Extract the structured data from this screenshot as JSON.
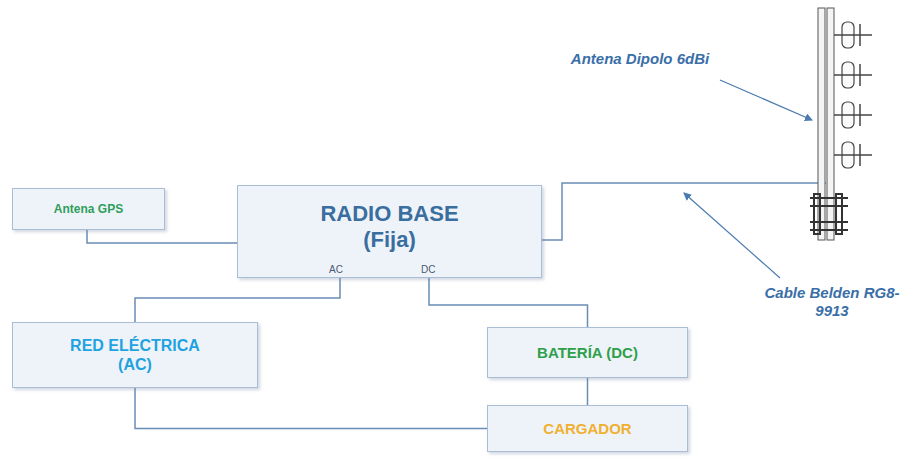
{
  "diagram": {
    "nodes": [
      {
        "text": [
          "Antena GPS"
        ]
      },
      {
        "text": [
          "RADIO BASE (Fija)",
          "AC",
          "DC"
        ]
      },
      {
        "text": [
          "RED ELÉCTRICA (AC)"
        ]
      },
      {
        "text": [
          "BATERÍA (DC)"
        ]
      },
      {
        "text": [
          "CARGADOR"
        ]
      }
    ],
    "edges": [
      {
        "from": 0,
        "to": 1,
        "arrow": "none"
      },
      {
        "from": 1,
        "to": 2,
        "arrow": "none"
      },
      {
        "from": 1,
        "to": 3,
        "arrow": "none"
      },
      {
        "from": 2,
        "to": 4,
        "arrow": "none"
      },
      {
        "from": 3,
        "to": 4,
        "arrow": "none"
      }
    ],
    "labels": [
      "Antena Dipolo 6dBi",
      "Cable Belden RG8-9913"
    ]
  }
}
